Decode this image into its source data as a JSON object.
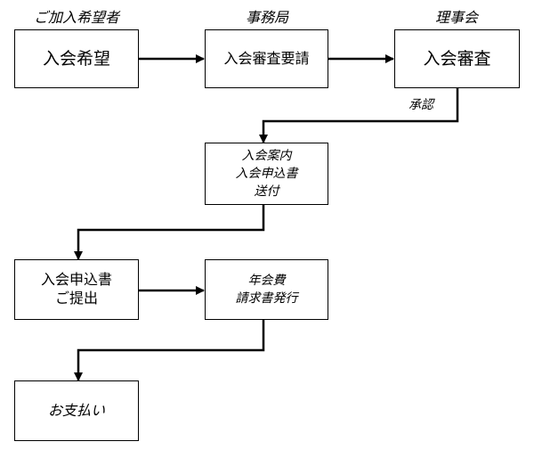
{
  "headers": {
    "applicant": "ご加入希望者",
    "office": "事務局",
    "board": "理事会"
  },
  "boxes": {
    "wish": [
      "入会希望"
    ],
    "request": [
      "入会審査要請"
    ],
    "review": [
      "入会審査"
    ],
    "guide": [
      "入会案内",
      "入会申込書",
      "送付"
    ],
    "submit": [
      "入会申込書",
      "ご提出"
    ],
    "invoice": [
      "年会費",
      "請求書発行"
    ],
    "pay": [
      "お支払い"
    ]
  },
  "labels": {
    "approval": "承認"
  }
}
